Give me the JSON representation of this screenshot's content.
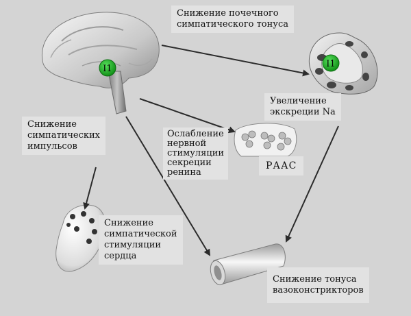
{
  "colors": {
    "background": "#d4d4d4",
    "label_box": "#e2e2e2",
    "arrow": "#2b2b2b",
    "receptor_marker": "#13a81a",
    "organ_light": "#f4f4f4",
    "organ_shadow": "#8f8f8f"
  },
  "receptor_marker_symbol": "I1",
  "labels": {
    "renal_tone": [
      "Снижение почечного",
      "симпатического тонуса"
    ],
    "sodium_excretion": [
      "Увеличение",
      "экскреции Na"
    ],
    "sympathetic_impulses": [
      "Снижение",
      "симпатических",
      "импульсов"
    ],
    "renin_secretion": [
      "Ослабление",
      "нервной",
      "стимуляции",
      "секреции",
      "ренина"
    ],
    "raas": "РААС",
    "heart_stimulation": [
      "Снижение",
      "симпатической",
      "стимуляции",
      "сердца"
    ],
    "vasoconstrictor_tone": [
      "Снижение тонуса",
      "вазоконстрикторов"
    ]
  },
  "icons": {
    "brain": "brain-icon",
    "kidney": "kidney-icon",
    "heart": "heart-icon",
    "vessel": "blood-vessel-icon",
    "renin_cells": "juxtaglomerular-cells-icon"
  }
}
